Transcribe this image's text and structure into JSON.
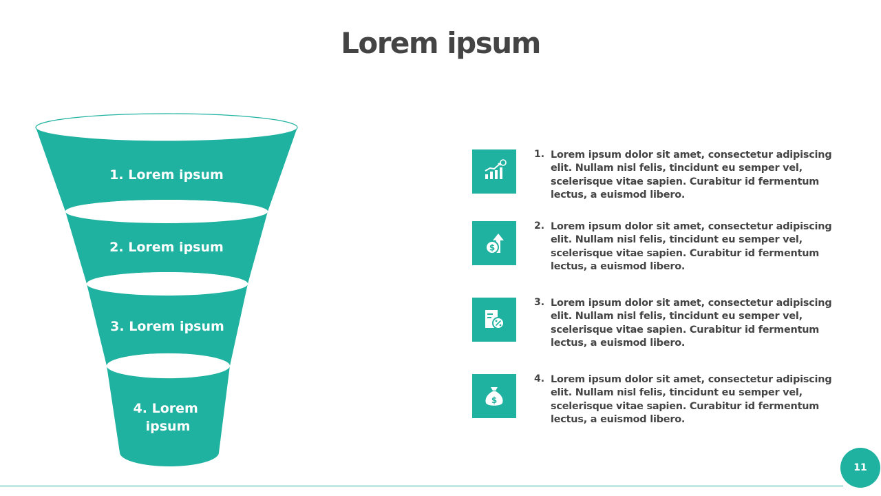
{
  "title": "Lorem ipsum",
  "accent_color": "#1fb2a0",
  "text_color": "#444444",
  "funnel": {
    "segments": [
      {
        "label_lines": [
          "1. Lorem ipsum"
        ]
      },
      {
        "label_lines": [
          "2. Lorem ipsum"
        ]
      },
      {
        "label_lines": [
          "3. Lorem ipsum"
        ]
      },
      {
        "label_lines": [
          "4. Lorem",
          "ipsum"
        ]
      }
    ]
  },
  "items": [
    {
      "number": "1.",
      "icon": "chart-growth-icon",
      "text": "Lorem ipsum dolor sit amet, consectetur adipiscing elit. Nullam nisl felis, tincidunt eu semper vel, scelerisque vitae sapien. Curabitur id fermentum lectus, a euismod libero."
    },
    {
      "number": "2.",
      "icon": "dollar-up-arrow-icon",
      "text": "Lorem ipsum dolor sit amet, consectetur adipiscing elit. Nullam nisl felis, tincidunt eu semper vel, scelerisque vitae sapien. Curabitur id fermentum lectus, a euismod libero."
    },
    {
      "number": "3.",
      "icon": "percent-document-icon",
      "text": "Lorem ipsum dolor sit amet, consectetur adipiscing elit. Nullam nisl felis, tincidunt eu semper vel, scelerisque vitae sapien. Curabitur id fermentum lectus, a euismod libero."
    },
    {
      "number": "4.",
      "icon": "money-bag-icon",
      "text": "Lorem ipsum dolor sit amet, consectetur adipiscing elit. Nullam nisl felis, tincidunt eu semper vel, scelerisque vitae sapien. Curabitur id fermentum lectus, a euismod libero."
    }
  ],
  "page_number": "11"
}
